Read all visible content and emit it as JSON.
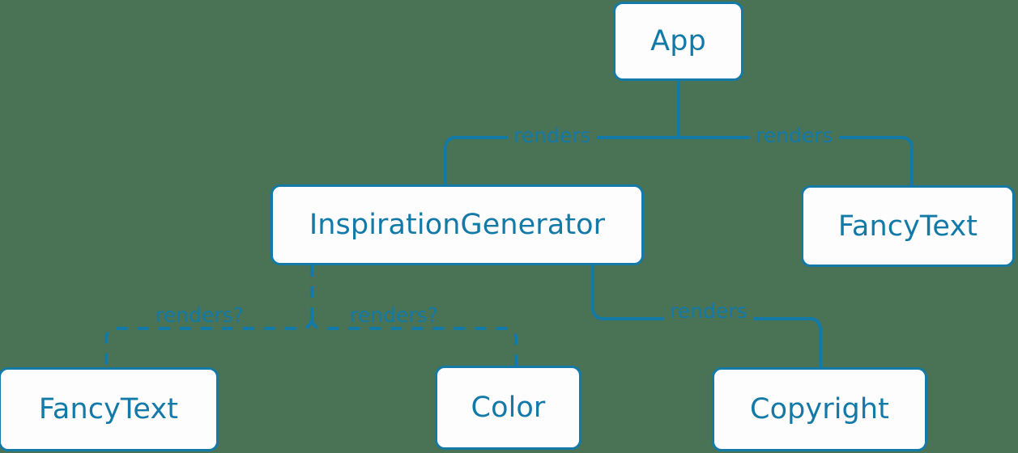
{
  "diagram": {
    "type": "component-tree",
    "background_color": "#4a7254",
    "accent_color": "#1379a7",
    "node_fill_color": "#fdfdfd",
    "nodes": [
      {
        "id": "app",
        "label": "App"
      },
      {
        "id": "inspiration_generator",
        "label": "InspirationGenerator"
      },
      {
        "id": "fancytext_right",
        "label": "FancyText"
      },
      {
        "id": "fancytext_left",
        "label": "FancyText"
      },
      {
        "id": "color",
        "label": "Color"
      },
      {
        "id": "copyright",
        "label": "Copyright"
      }
    ],
    "edges": [
      {
        "from": "app",
        "to": "inspiration_generator",
        "label": "renders",
        "style": "solid"
      },
      {
        "from": "app",
        "to": "fancytext_right",
        "label": "renders",
        "style": "solid"
      },
      {
        "from": "inspiration_generator",
        "to": "copyright",
        "label": "renders",
        "style": "solid"
      },
      {
        "from": "inspiration_generator",
        "to": "fancytext_left",
        "label": "renders?",
        "style": "dashed"
      },
      {
        "from": "inspiration_generator",
        "to": "color",
        "label": "renders?",
        "style": "dashed"
      }
    ]
  }
}
